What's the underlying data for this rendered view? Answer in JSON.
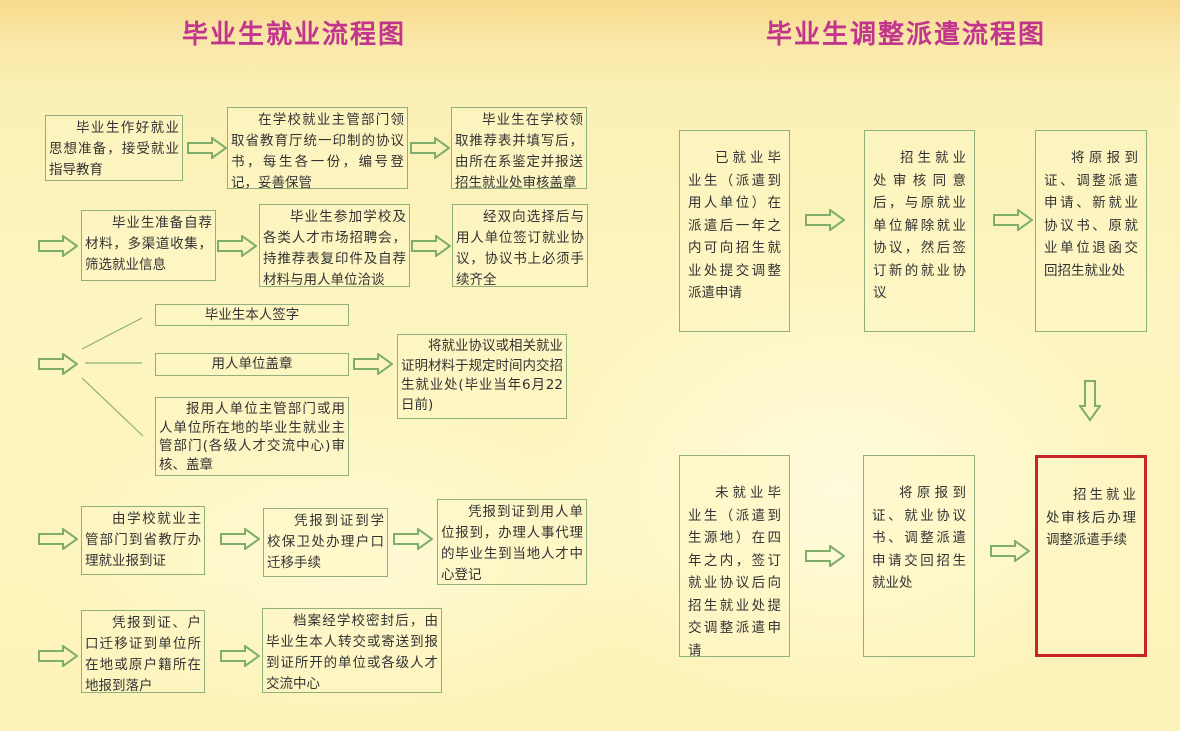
{
  "titles": {
    "left": "毕业生就业流程图",
    "right": "毕业生调整派遣流程图"
  },
  "left_flow": {
    "row1": [
      "毕业生作好就业思想准备，接受就业指导教育",
      "在学校就业主管部门领取省教育厅统一印制的协议书，每生各一份，编号登记，妥善保管",
      "毕业生在学校领取推荐表并填写后，由所在系鉴定并报送招生就业处审核盖章"
    ],
    "row2": [
      "毕业生准备自荐材料，多渠道收集，筛选就业信息",
      "毕业生参加学校及各类人才市场招聘会，持推荐表复印件及自荐材料与用人单位洽谈",
      "经双向选择后与用人单位签订就业协议，协议书上必须手续齐全"
    ],
    "row3": {
      "sign": "毕业生本人签字",
      "stamp": "用人单位盖章",
      "review": "报用人单位主管部门或用人单位所在地的毕业生就业主管部门(各级人才交流中心)审核、盖章",
      "submit": "将就业协议或相关就业证明材料于规定时间内交招生就业处(毕业当年6月22日前)"
    },
    "row4": [
      "由学校就业主管部门到省教厅办理就业报到证",
      "凭报到证到学校保卫处办理户口迁移手续",
      "凭报到证到用人单位报到，办理人事代理的毕业生到当地人才中心登记"
    ],
    "row5": [
      "凭报到证、户口迁移证到单位所在地或原户籍所在地报到落户",
      "档案经学校密封后，由毕业生本人转交或寄送到报到证所开的单位或各级人才交流中心"
    ]
  },
  "right_flow": {
    "top": [
      "已就业毕业生（派遣到用人单位）在派遣后一年之内可向招生就业处提交调整派遣申请",
      "招生就业处审核同意后，与原就业单位解除就业协议，然后签订新的就业协议",
      "将原报到证、调整派遣申请、新就业协议书、原就业单位退函交回招生就业处"
    ],
    "bottom": [
      "未就业毕业生（派遣到生源地）在四年之内，签订就业协议后向招生就业处提交调整派遣申请",
      "将原报到证、就业协议书、调整派遣申请交回招生就业处",
      "招生就业处审核后办理调整派遣手续"
    ]
  },
  "colors": {
    "title": "#c2358c",
    "box_border": "#8fb07a",
    "arrow": "#7fae6a",
    "highlight": "#c8252a"
  }
}
